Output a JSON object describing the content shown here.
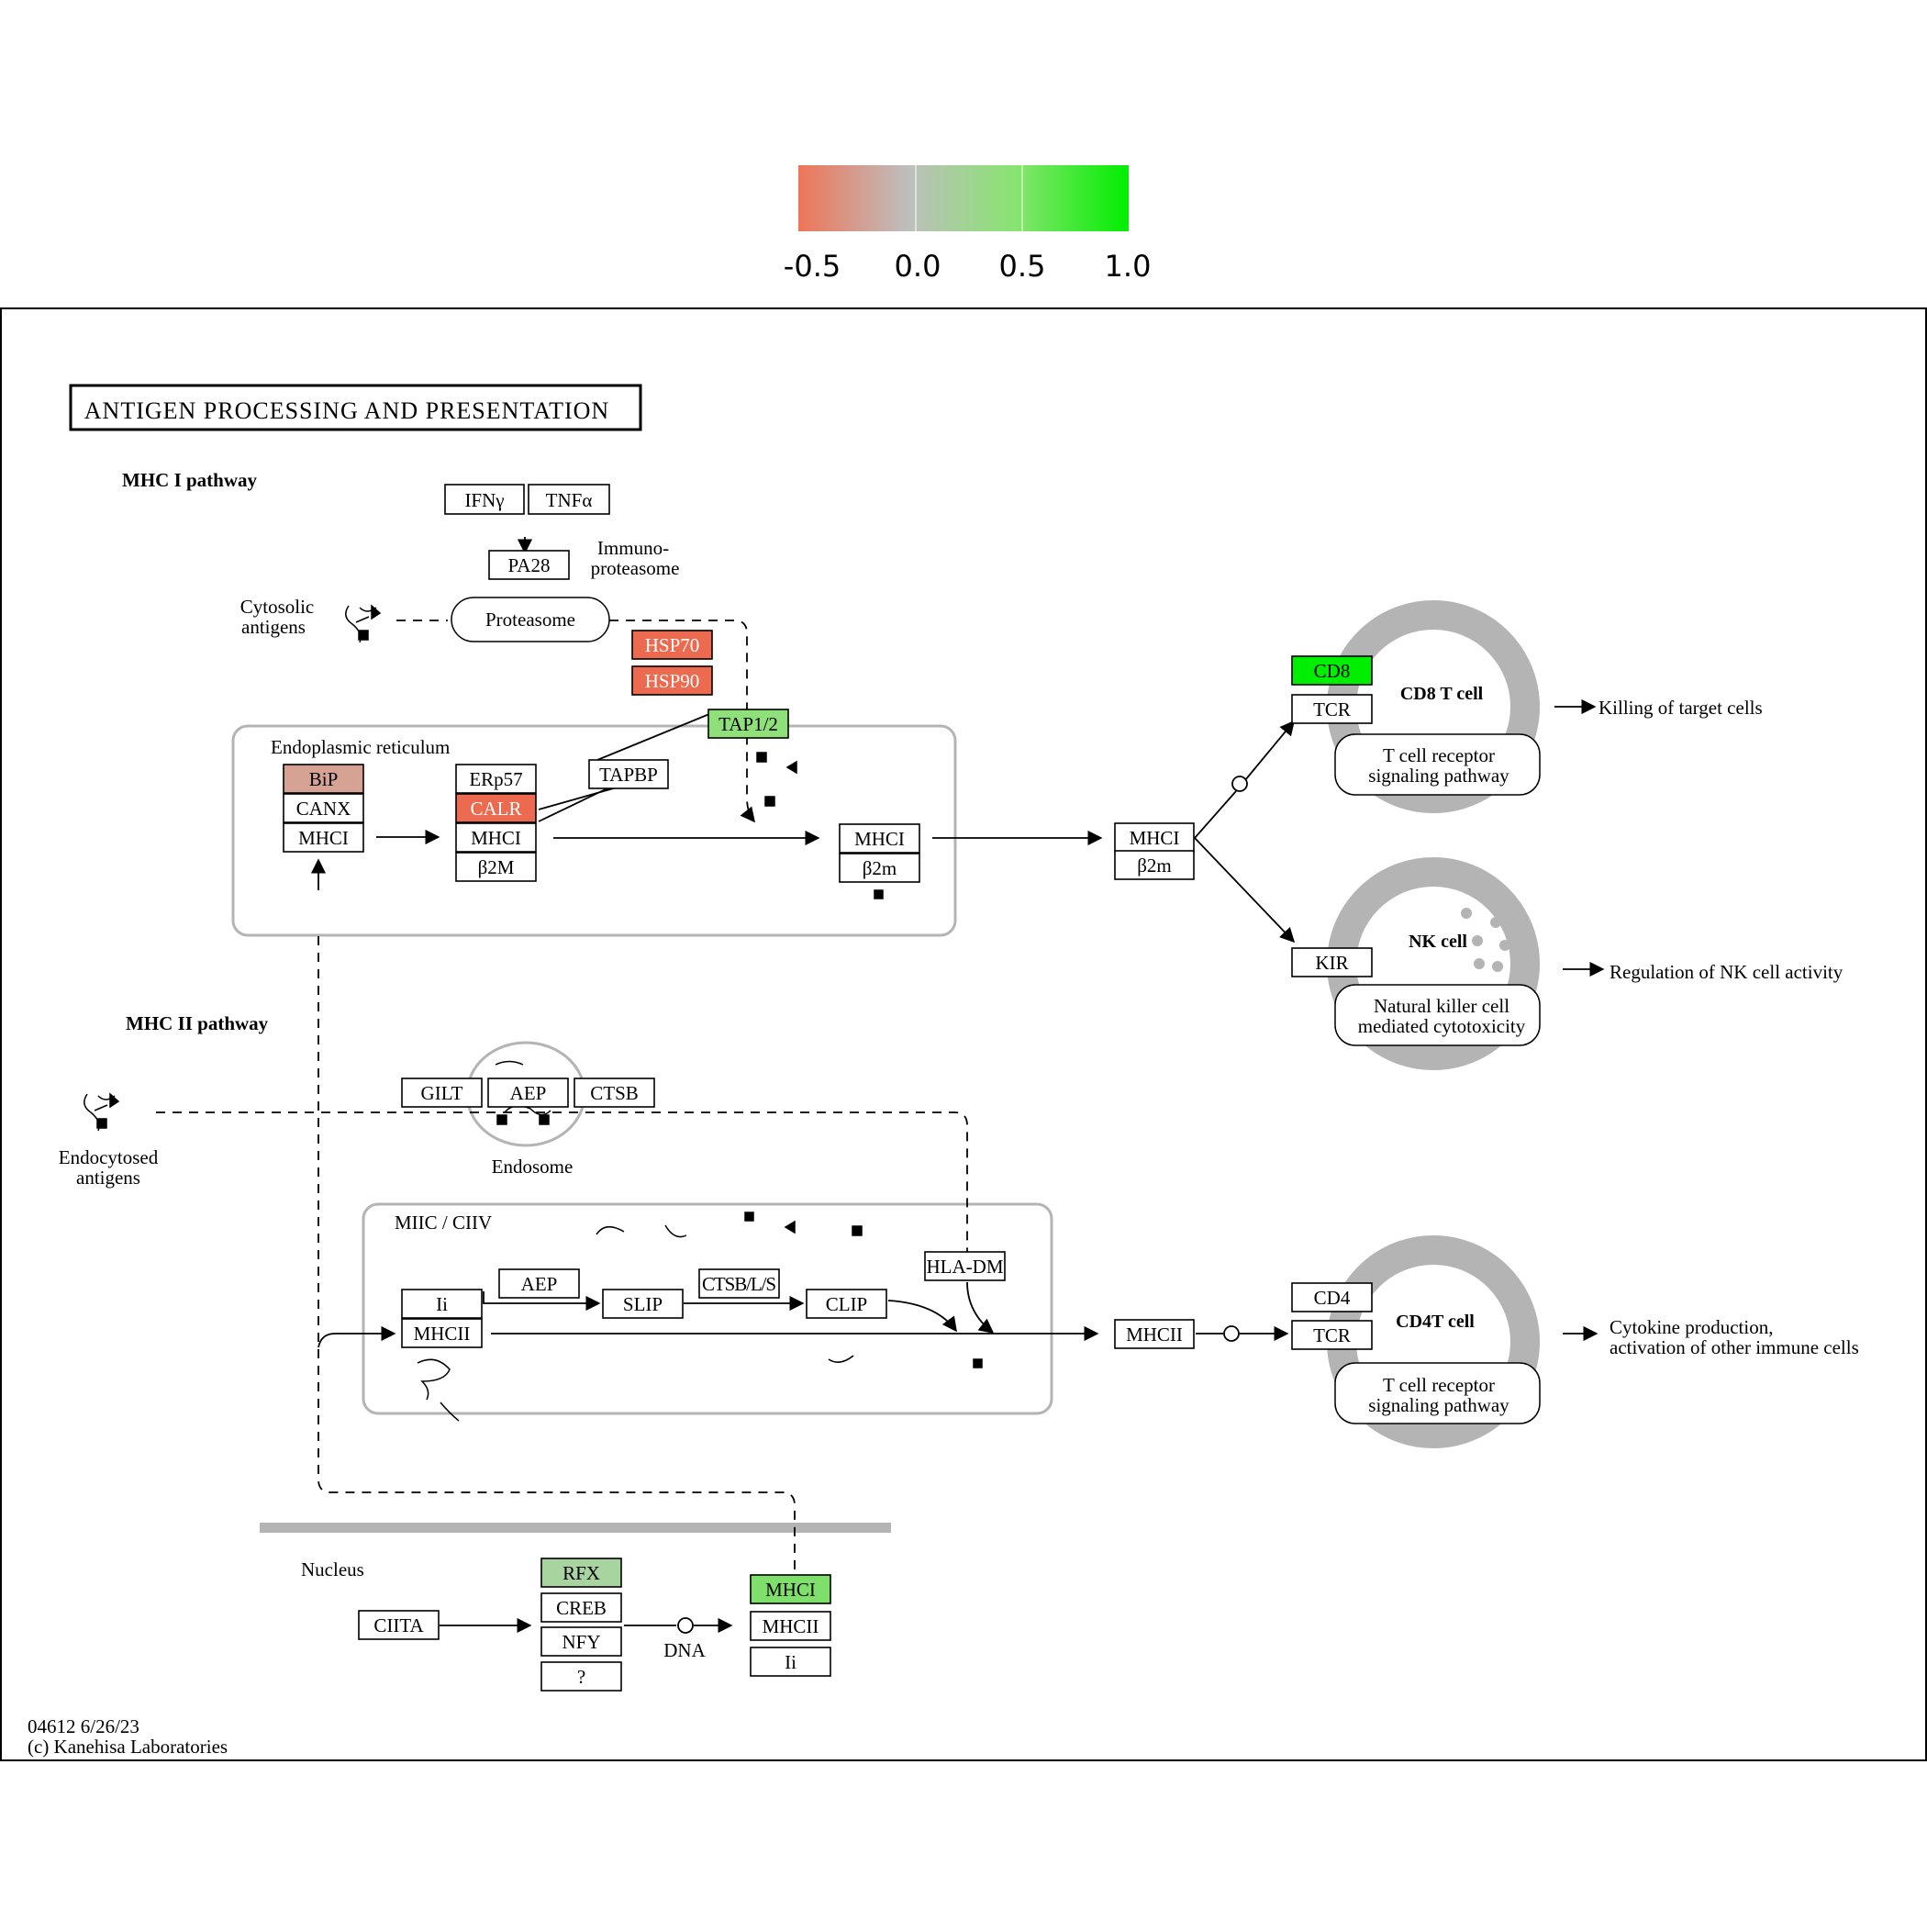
{
  "legend": {
    "ticks": [
      "-0.5",
      "0.0",
      "0.5",
      "1.0"
    ],
    "colors": {
      "low": "#ee7558",
      "mid": "#bebebe",
      "high": "#00ee00"
    }
  },
  "diagram": {
    "title": "ANTIGEN PROCESSING AND PRESENTATION",
    "mhc1_heading": "MHC I pathway",
    "mhc2_heading": "MHC II pathway",
    "footer_id": "04612 6/26/23",
    "footer_copyright": "(c) Kanehisa Laboratories"
  },
  "labels": {
    "cytosolic": [
      "Cytosolic",
      "antigens"
    ],
    "immuno": [
      "Immuno-",
      "proteasome"
    ],
    "er": "Endoplasmic reticulum",
    "endosome": "Endosome",
    "endocytosed": [
      "Endocytosed",
      "antigens"
    ],
    "miic": "MIIC / CIIV",
    "nucleus": "Nucleus",
    "dna": "DNA",
    "cd8cell": "CD8 T cell",
    "nkcell": "NK cell",
    "cd4cell": "CD4T cell",
    "tcr_pathway_1": [
      "T cell receptor",
      "signaling pathway"
    ],
    "nk_pathway": [
      "Natural killer cell",
      "mediated cytotoxicity"
    ],
    "tcr_pathway_2": [
      "T cell receptor",
      "signaling pathway"
    ],
    "proteasome": "Proteasome",
    "out_killing": "Killing of target cells",
    "out_nk": "Regulation of NK cell activity",
    "out_cytokine": [
      "Cytokine production,",
      "activation of other immune cells"
    ]
  },
  "genes": {
    "ifng": "IFNγ",
    "tnfa": "TNFα",
    "pa28": "PA28",
    "hsp70": "HSP70",
    "hsp90": "HSP90",
    "tap": "TAP1/2",
    "tapbp": "TAPBP",
    "bip": "BiP",
    "canx": "CANX",
    "mhci_a": "MHCI",
    "erp57": "ERp57",
    "calr": "CALR",
    "mhci_b": "MHCI",
    "b2m_b": "β2M",
    "mhci_c": "MHCI",
    "b2m_c": "β2m",
    "mhci_d": "MHCI",
    "b2m_d": "β2m",
    "cd8": "CD8",
    "tcr_1": "TCR",
    "kir": "KIR",
    "gilt": "GILT",
    "aep_1": "AEP",
    "ctsb": "CTSB",
    "ii_1": "Ii",
    "mhcii_1": "MHCII",
    "aep_2": "AEP",
    "slip": "SLIP",
    "ctsbls": "CTSB/L/S",
    "clip": "CLIP",
    "hladm": "HLA-DM",
    "mhcii_2": "MHCII",
    "cd4": "CD4",
    "tcr_2": "TCR",
    "ciita": "CIITA",
    "rfx": "RFX",
    "creb": "CREB",
    "nfy": "NFY",
    "unk": "?",
    "mhci_n": "MHCI",
    "mhcii_n": "MHCII",
    "ii_n": "Ii"
  },
  "gene_colors": {
    "hsp70": "#ec6a4f",
    "hsp90": "#ec6a4f",
    "tap": "#8fe07a",
    "bip": "#d6a293",
    "calr": "#ec6a4f",
    "cd8": "#00ee00",
    "rfx": "#a8d4a0",
    "mhci_n": "#7ee06a"
  }
}
